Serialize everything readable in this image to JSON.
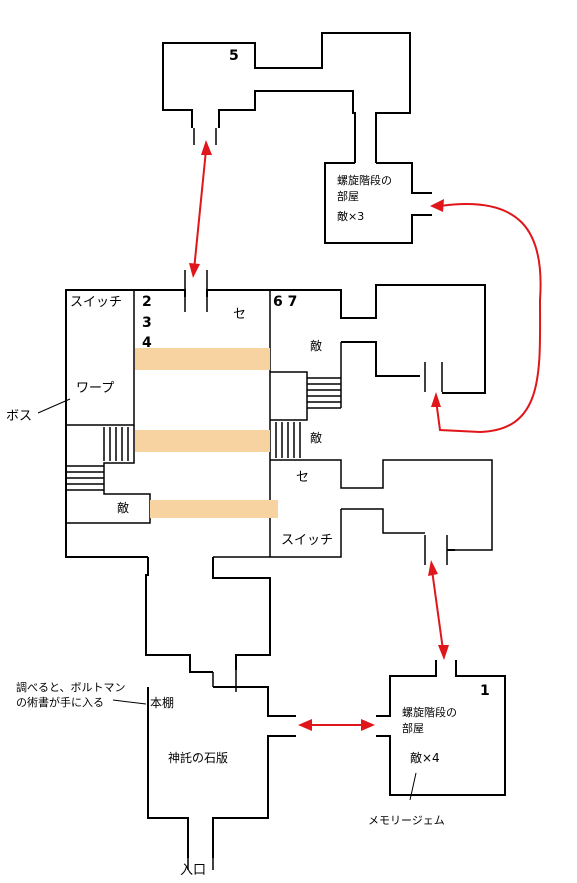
{
  "colors": {
    "walls": "#000000",
    "arrows": "#e0161b",
    "bridge": "#f6d3a1",
    "background": "#ffffff"
  },
  "labels": {
    "room5_num": "5",
    "room1_num": "1",
    "spiral_top_line1": "螺旋階段の",
    "spiral_top_line2": "部屋",
    "spiral_top_enemy": "敵×3",
    "switch_top": "スイッチ",
    "num_2": "2",
    "num_3": "3",
    "num_4": "4",
    "se_top": "セ",
    "num_67": "6 7",
    "enemy_right_top": "敵",
    "warp": "ワープ",
    "boss": "ボス",
    "enemy_right_mid": "敵",
    "se_mid": "セ",
    "enemy_left": "敵",
    "switch_bottom": "スイッチ",
    "note_line1": "調べると、ボルトマン",
    "note_line2": "の術書が手に入る",
    "bookshelf": "本棚",
    "tablet": "神託の石版",
    "spiral_bottom_line1": "螺旋階段の",
    "spiral_bottom_line2": "部屋",
    "spiral_bottom_enemy": "敵×4",
    "memory_gem": "メモリージェム",
    "entrance": "入口"
  }
}
